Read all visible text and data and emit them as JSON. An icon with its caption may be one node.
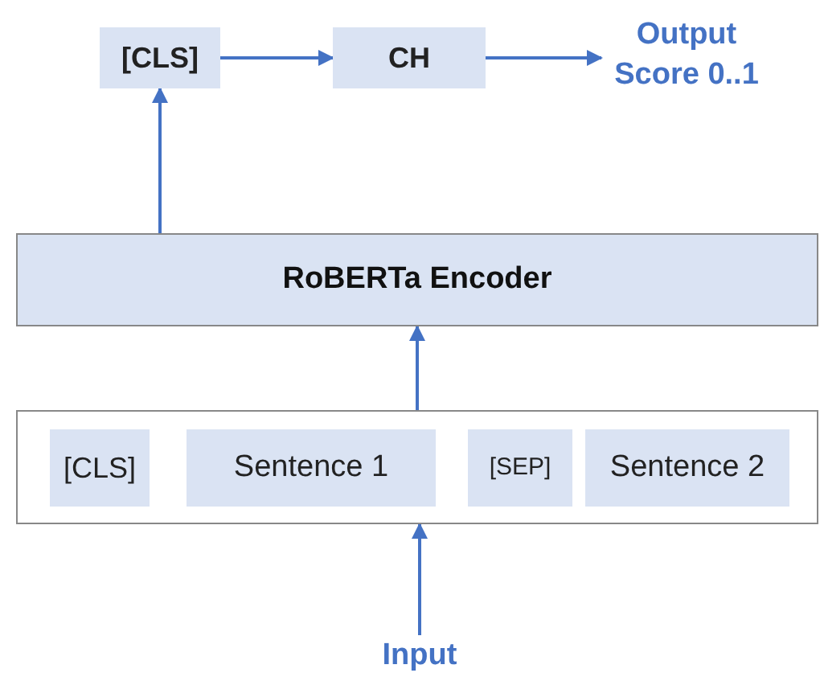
{
  "diagram": {
    "nodes": [
      {
        "text": [
          "[CLS]"
        ]
      },
      {
        "text": [
          "CH"
        ]
      },
      {
        "text": [
          "Output Score 0..1"
        ]
      },
      {
        "text": [
          "RoBERTa Encoder"
        ]
      },
      {
        "text": [],
        "shape": "box"
      },
      {
        "text": [
          "[CLS]"
        ],
        "in": 4
      },
      {
        "text": [
          "Sentence 1"
        ],
        "in": 4
      },
      {
        "text": [
          "[SEP]"
        ],
        "in": 4
      },
      {
        "text": [
          "Sentence 2"
        ],
        "in": 4
      },
      {
        "text": [
          "Input"
        ]
      }
    ],
    "edges": [
      {
        "from": 0,
        "to": 1,
        "arrow": "to"
      },
      {
        "from": 1,
        "to": 2,
        "arrow": "to"
      },
      {
        "from": 3,
        "to": 0,
        "arrow": "to"
      },
      {
        "from": 4,
        "to": 3,
        "arrow": "to"
      },
      {
        "from": 9,
        "to": 4,
        "arrow": "to"
      }
    ]
  }
}
